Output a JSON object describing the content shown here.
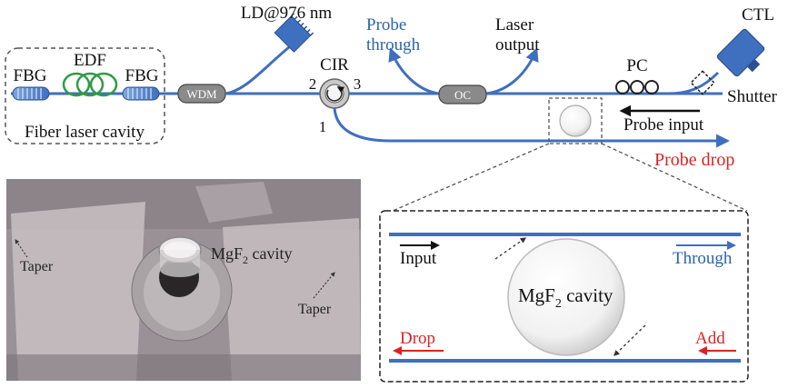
{
  "colors": {
    "fiber": "#3f6fbf",
    "fiber_light": "#6a96d8",
    "blue_text": "#2a63b0",
    "red_text": "#d92424",
    "edf_green": "#2f9b46",
    "text": "#111111"
  },
  "components": {
    "fbg_left": "FBG",
    "edf": "EDF",
    "fbg_right": "FBG",
    "wdm": "WDM",
    "ld": "LD@976 nm",
    "cir": "CIR",
    "cir_port_1": "1",
    "cir_port_2": "2",
    "cir_port_3": "3",
    "probe_through": "Probe\nthrough",
    "laser_output": "Laser\noutput",
    "oc": "OC",
    "ctl": "CTL",
    "pc": "PC",
    "shutter": "Shutter",
    "probe_input": "Probe input",
    "probe_drop": "Probe drop",
    "cavity_box_label": "Fiber laser cavity"
  },
  "inset": {
    "input": "Input",
    "through": "Through",
    "cavity": "MgF",
    "cavity_sub": "2",
    "cavity_suffix": " cavity",
    "drop": "Drop",
    "add": "Add"
  },
  "photo": {
    "taper_left": "Taper",
    "taper_right": "Taper",
    "cavity": "MgF",
    "cavity_sub": "2",
    "cavity_suffix": " cavity"
  }
}
